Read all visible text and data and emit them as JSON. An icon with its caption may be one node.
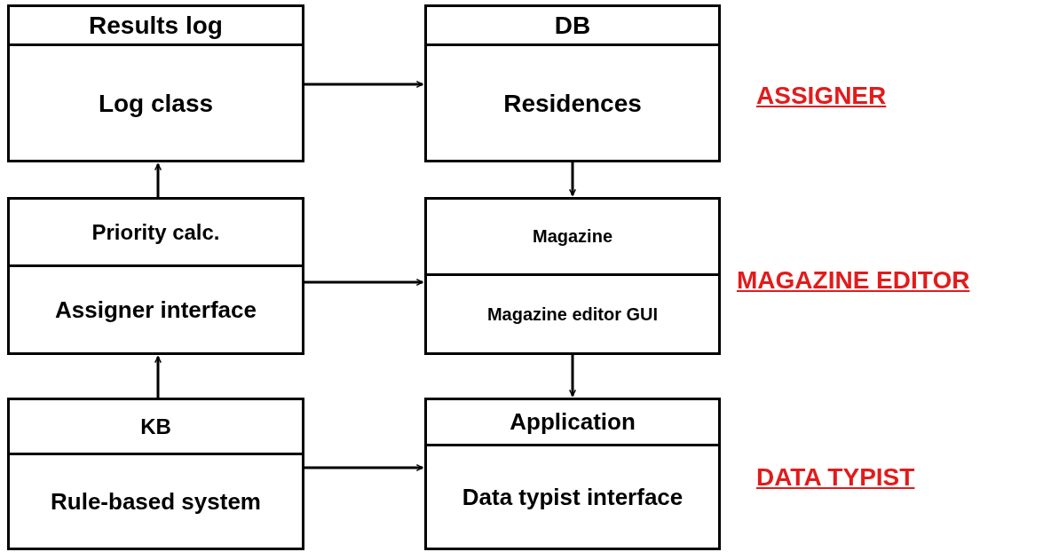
{
  "diagram": {
    "nodes": [
      {
        "text": [
          "Results log",
          "Log class"
        ]
      },
      {
        "text": [
          "DB",
          "Residences"
        ]
      },
      {
        "text": [
          "Priority calc.",
          "Assigner interface"
        ]
      },
      {
        "text": [
          "Magazine",
          "Magazine editor GUI"
        ]
      },
      {
        "text": [
          "KB",
          "Rule-based system"
        ]
      },
      {
        "text": [
          "Application",
          "Data typist interface"
        ]
      }
    ],
    "edges": [
      {
        "from": 0,
        "to": 1,
        "arrow": "to"
      },
      {
        "from": 1,
        "to": 3,
        "arrow": "to"
      },
      {
        "from": 2,
        "to": 0,
        "arrow": "to"
      },
      {
        "from": 2,
        "to": 3,
        "arrow": "to"
      },
      {
        "from": 3,
        "to": 5,
        "arrow": "to"
      },
      {
        "from": 4,
        "to": 2,
        "arrow": "to"
      },
      {
        "from": 4,
        "to": 5,
        "arrow": "to"
      }
    ],
    "labels": [
      "ASSIGNER",
      "MAGAZINE EDITOR",
      "DATA TYPIST"
    ]
  }
}
